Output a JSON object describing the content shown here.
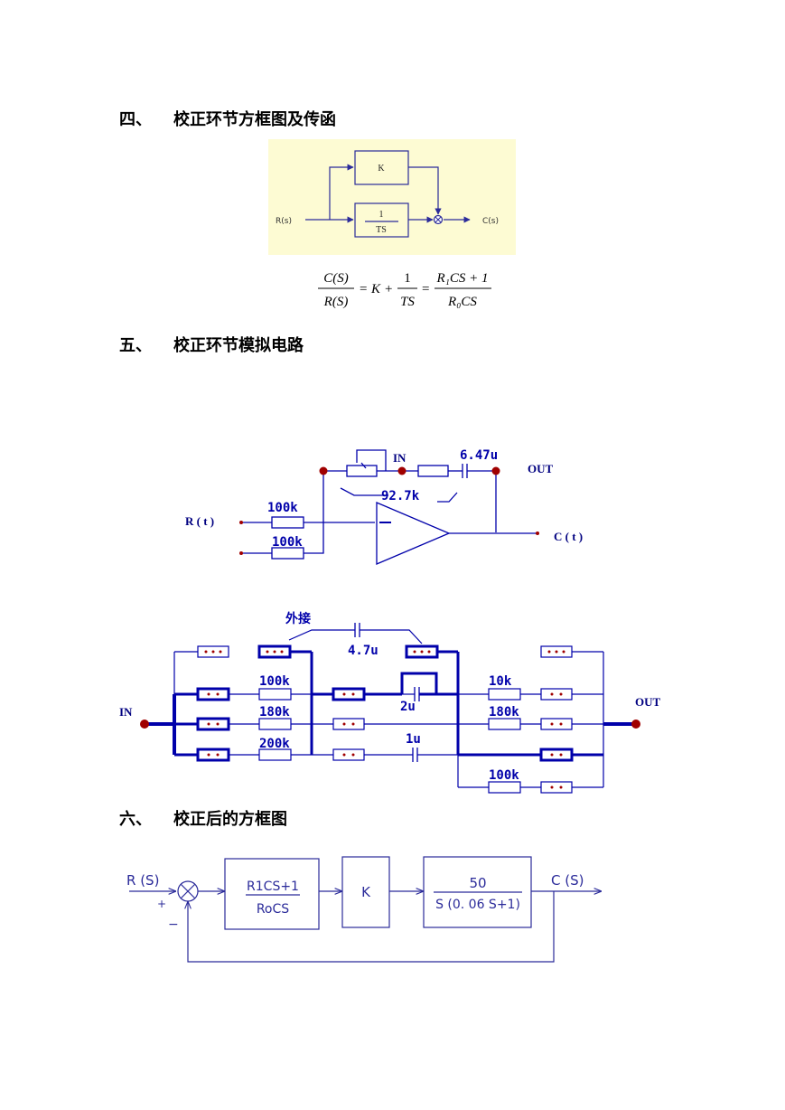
{
  "sections": [
    {
      "number": "四、",
      "title": "校正环节方框图及传函"
    },
    {
      "number": "五、",
      "title": "校正环节模拟电路"
    },
    {
      "number": "六、",
      "title": "校正后的方框图"
    }
  ],
  "block1": {
    "k": "K",
    "tf_num": "1",
    "tf_den": "TS",
    "input": "R(s)",
    "output": "C(s)",
    "bg_color": "#fdfbd3",
    "line_color": "#2b2b9a"
  },
  "formula": {
    "lhs_num": "C(S)",
    "lhs_den": "R(S)",
    "eq1": "=",
    "k": "K",
    "plus": "+",
    "frac_num": "1",
    "frac_den": "TS",
    "eq2": "=",
    "rhs_num": "R₁CS + 1",
    "rhs_den": "R₀CS"
  },
  "circuit1": {
    "in_label": "IN",
    "cap": "6.47u",
    "out_label": "OUT",
    "pot": "92.7k",
    "r1": "100k",
    "r2": "100k",
    "input": "R ( t )",
    "output": "C ( t )",
    "minus": "−",
    "color": "#0000aa",
    "node_color": "#a00000"
  },
  "circuit2": {
    "external": "外接",
    "cap_ext": "4.7u",
    "in_label": "IN",
    "out_label": "OUT",
    "left_res": [
      "100k",
      "180k",
      "200k"
    ],
    "caps": [
      "2u",
      "1u"
    ],
    "right_res": [
      "10k",
      "180k",
      "100k"
    ]
  },
  "block2": {
    "input": "R (S)",
    "plus": "+",
    "minus": "−",
    "comp_num": "R1CS+1",
    "comp_den": "RoCS",
    "gain": "K",
    "plant_num": "50",
    "plant_den": "S (0. 06 S+1)",
    "output": "C (S)",
    "color": "#2b2b9a"
  }
}
